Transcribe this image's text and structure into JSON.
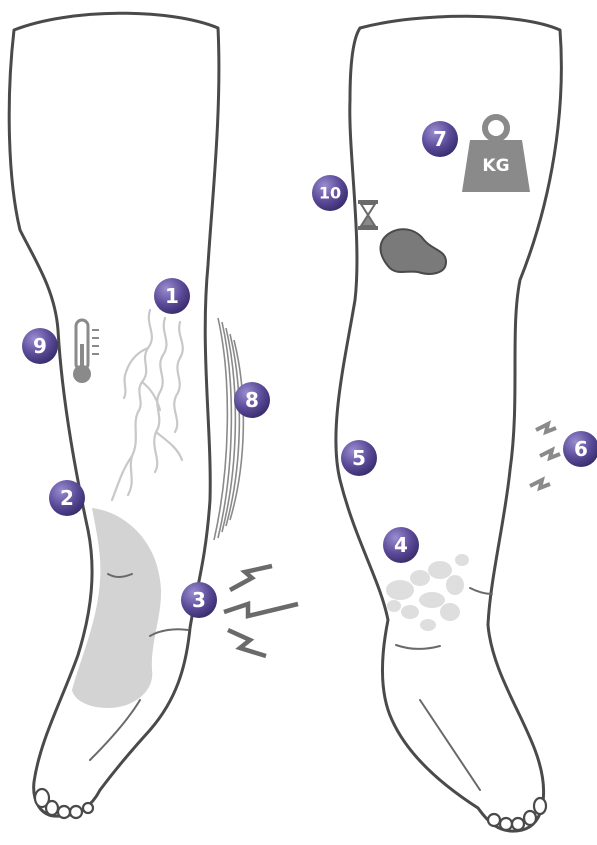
{
  "colors": {
    "badge_fill": "#4a3a85",
    "badge_highlight": "#8d7fc4",
    "outline": "#4a4a4a",
    "swelling": "#d3d3d3",
    "icon_gray": "#8a8a8a"
  },
  "badges": [
    "1",
    "2",
    "3",
    "4",
    "5",
    "6",
    "7",
    "8",
    "9",
    "10"
  ],
  "icons": {
    "weight": {
      "name": "weight-icon",
      "label": "KG"
    },
    "thermometer": {
      "name": "thermometer-icon"
    },
    "hourglass": {
      "name": "hourglass-icon"
    },
    "lightning": {
      "name": "lightning-icon"
    }
  }
}
